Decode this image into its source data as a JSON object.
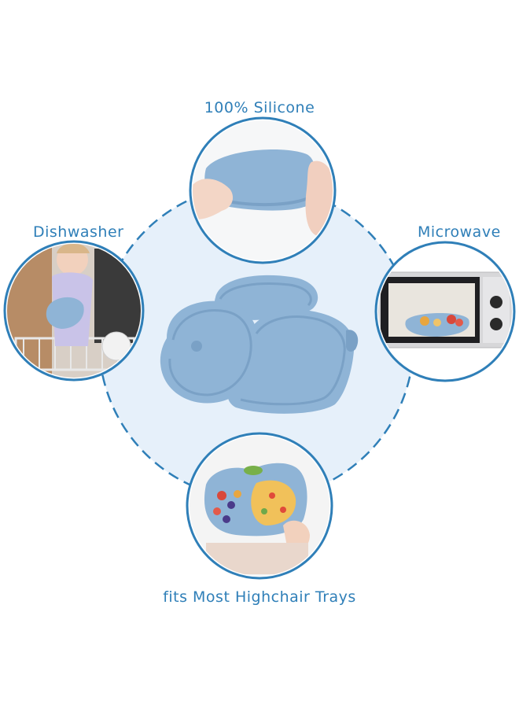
{
  "features": {
    "top": {
      "label": "100% Silicone",
      "icon": "silicone-plate-hands-photo"
    },
    "left": {
      "label": "Dishwasher",
      "icon": "dishwasher-toddler-photo"
    },
    "right": {
      "label": "Microwave",
      "icon": "microwave-plate-photo"
    },
    "bottom": {
      "label": "fits Most Highchair Trays",
      "icon": "highchair-tray-food-photo"
    }
  },
  "colors": {
    "plate": "#8fb4d6",
    "plate_shadow": "#7aa1c6",
    "center_disc": "#e6f0fa",
    "ring": "#2f7fb8",
    "label": "#2f7fb8"
  }
}
